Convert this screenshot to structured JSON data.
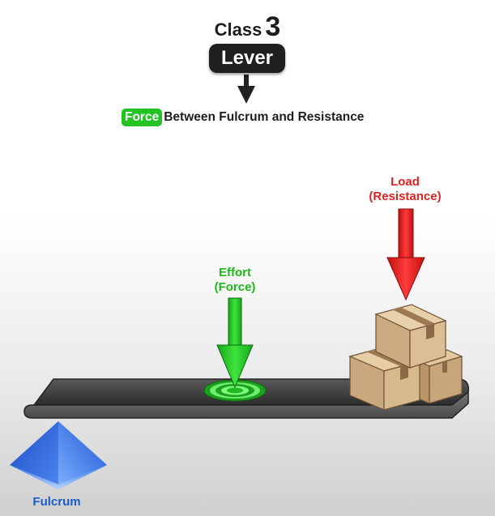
{
  "header": {
    "class_word": "Class",
    "class_number": "3",
    "lever_label": "Lever",
    "subtitle_highlight": "Force",
    "subtitle_rest": "Between Fulcrum and Resistance"
  },
  "labels": {
    "load_line1": "Load",
    "load_line2": "(Resistance)",
    "effort_line1": "Effort",
    "effort_line2": "(Force)",
    "fulcrum": "Fulcrum"
  },
  "colors": {
    "effort": "#22c322",
    "load": "#e02020",
    "fulcrum": "#1b5cc9",
    "beam": "#3f3f3f",
    "box": "#d8b98f"
  }
}
